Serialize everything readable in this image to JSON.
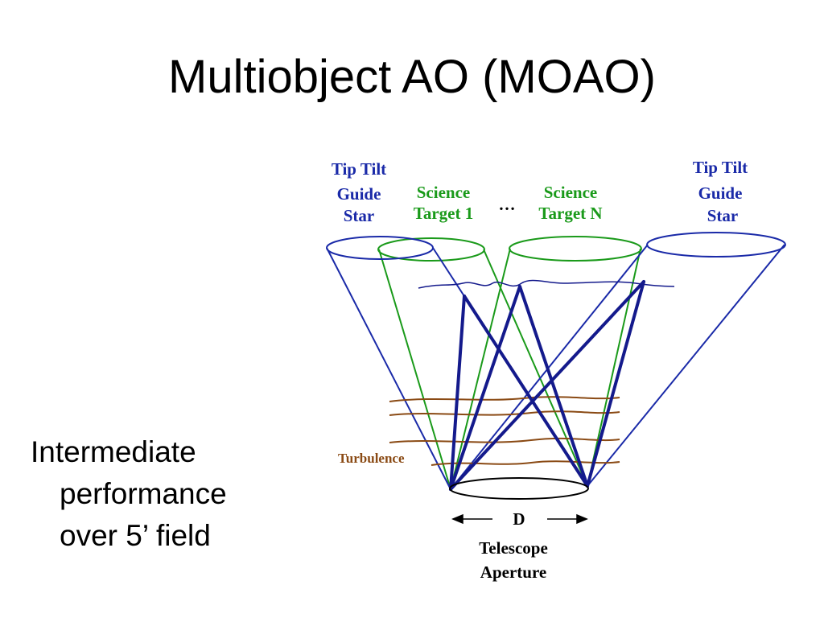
{
  "title": "Multiobject AO (MOAO)",
  "bullet": {
    "line1": "Intermediate",
    "line2": "performance",
    "line3": "over 5’ field"
  },
  "diagram": {
    "tt_left": [
      "Tip Tilt",
      "Guide",
      "Star"
    ],
    "tt_right": [
      "Tip Tilt",
      "Guide",
      "Star"
    ],
    "sci1": [
      "Science",
      "Target 1"
    ],
    "sciN": [
      "Science",
      "Target N"
    ],
    "ellipsis": "…",
    "turbulence": "Turbulence",
    "dimension": "D",
    "aperture": [
      "Telescope",
      "Aperture"
    ],
    "colors": {
      "guide_star": "#1a2aa8",
      "science": "#1a9a1a",
      "turbulence": "#8a4a14",
      "ray": "#141a8c"
    }
  }
}
